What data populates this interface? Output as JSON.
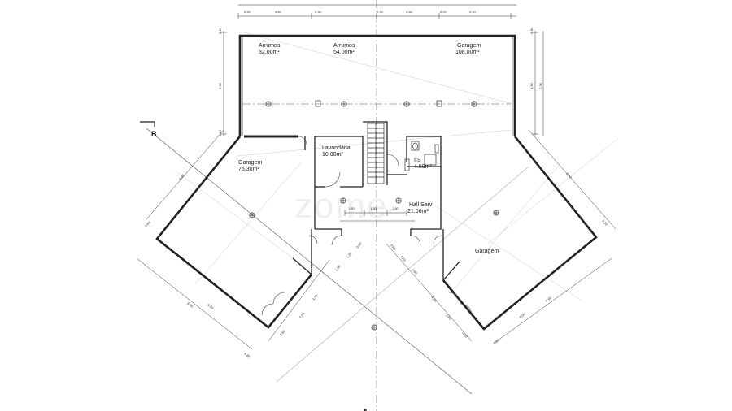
{
  "rooms": {
    "arrumos_1": {
      "name": "Arrumos",
      "area": "32.00m²"
    },
    "arrumos_2": {
      "name": "Arrumos",
      "area": "54.00m²"
    },
    "garagem_top": {
      "name": "Garagem",
      "area": "108.00m²"
    },
    "lavandaria": {
      "name": "Lavandaria",
      "area": "10.00m²"
    },
    "is": {
      "name": "I.S",
      "area": "4.50m²"
    },
    "hall_serv": {
      "name": "Hall Serv",
      "area": "21.06m²"
    },
    "garagem_left": {
      "name": "Garagem",
      "area": "75.30m²"
    },
    "garagem_right": {
      "name": "Garagem"
    }
  },
  "section_marks": {
    "b": "B",
    "a": "A"
  },
  "watermark": "zome",
  "top_dimensions": [
    "0,30",
    "4,60",
    "0,30",
    "0,30",
    "4,60",
    "0,20",
    "0,20"
  ],
  "left_dimensions": [
    "0,30",
    "5,60",
    "0,10"
  ],
  "right_dimensions": [
    "0,30",
    "4,60",
    "7,30"
  ],
  "hall_dimensions": [
    "1,80",
    "1,60",
    "1,80"
  ],
  "left_wing_dimensions": [
    "8,40",
    "0,80",
    "8,40",
    "6,50",
    "6,80"
  ],
  "right_wing_dimensions": [
    "8,40",
    "0,30",
    "8,40",
    "6,50",
    "6,80"
  ],
  "center_left_dimensions": [
    "0,60",
    "1,20",
    "1,60",
    "4,30",
    "2,60",
    "3,50"
  ],
  "center_right_dimensions": [
    "0,60",
    "1,20",
    "1,60",
    "4,30",
    "2,60",
    "3,50"
  ]
}
